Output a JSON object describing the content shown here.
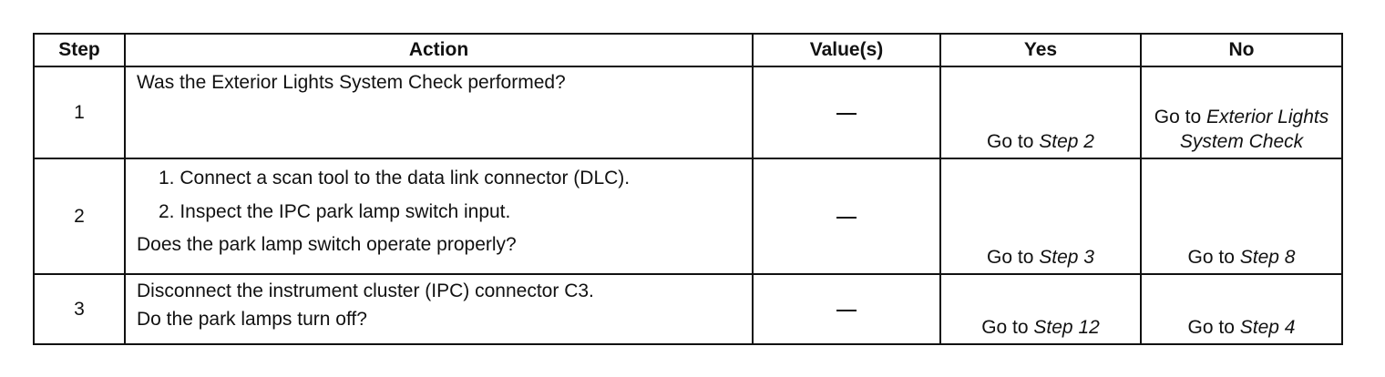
{
  "headers": {
    "step": "Step",
    "action": "Action",
    "values": "Value(s)",
    "yes": "Yes",
    "no": "No"
  },
  "rows": [
    {
      "step": "1",
      "action_question": "Was the Exterior Lights System Check performed?",
      "yes_prefix": "Go to",
      "yes_target": "Step 2",
      "no_prefix": "Go to",
      "no_target": "Exterior Lights System Check"
    },
    {
      "step": "2",
      "action_steps": [
        "1.  Connect a scan tool to the data link connector (DLC).",
        "2.  Inspect the IPC park lamp switch input."
      ],
      "action_question": "Does the park lamp switch operate properly?",
      "yes_prefix": "Go to",
      "yes_target": "Step 3",
      "no_prefix": "Go to",
      "no_target": "Step 8"
    },
    {
      "step": "3",
      "action_instruction": "Disconnect the instrument cluster (IPC) connector C3.",
      "action_question": "Do the park lamps turn off?",
      "yes_prefix": "Go to",
      "yes_target": "Step 12",
      "no_prefix": "Go to",
      "no_target": "Step 4"
    }
  ]
}
